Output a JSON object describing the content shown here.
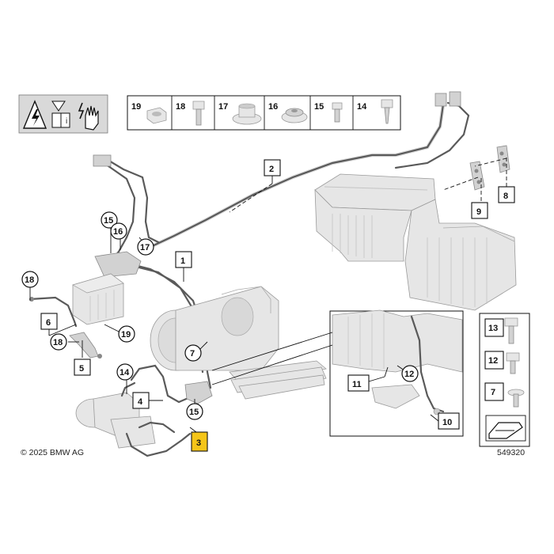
{
  "diagram": {
    "copyright": "© 2025 BMW AG",
    "drawing_number": "549320",
    "highlight_color": "#f5c518",
    "fastener_strip": [
      "19",
      "18",
      "17",
      "16",
      "15",
      "14"
    ],
    "side_box": [
      "13",
      "12",
      "7"
    ],
    "callouts": {
      "c1": "1",
      "c2": "2",
      "c3": "3",
      "c4": "4",
      "c5": "5",
      "c6": "6",
      "c7a": "7",
      "c8": "8",
      "c9": "9",
      "c10": "10",
      "c11": "11",
      "c12": "12",
      "c14": "14",
      "c15a": "15",
      "c15b": "15",
      "c16": "16",
      "c17": "17",
      "c18a": "18",
      "c18b": "18",
      "c19": "19"
    }
  }
}
